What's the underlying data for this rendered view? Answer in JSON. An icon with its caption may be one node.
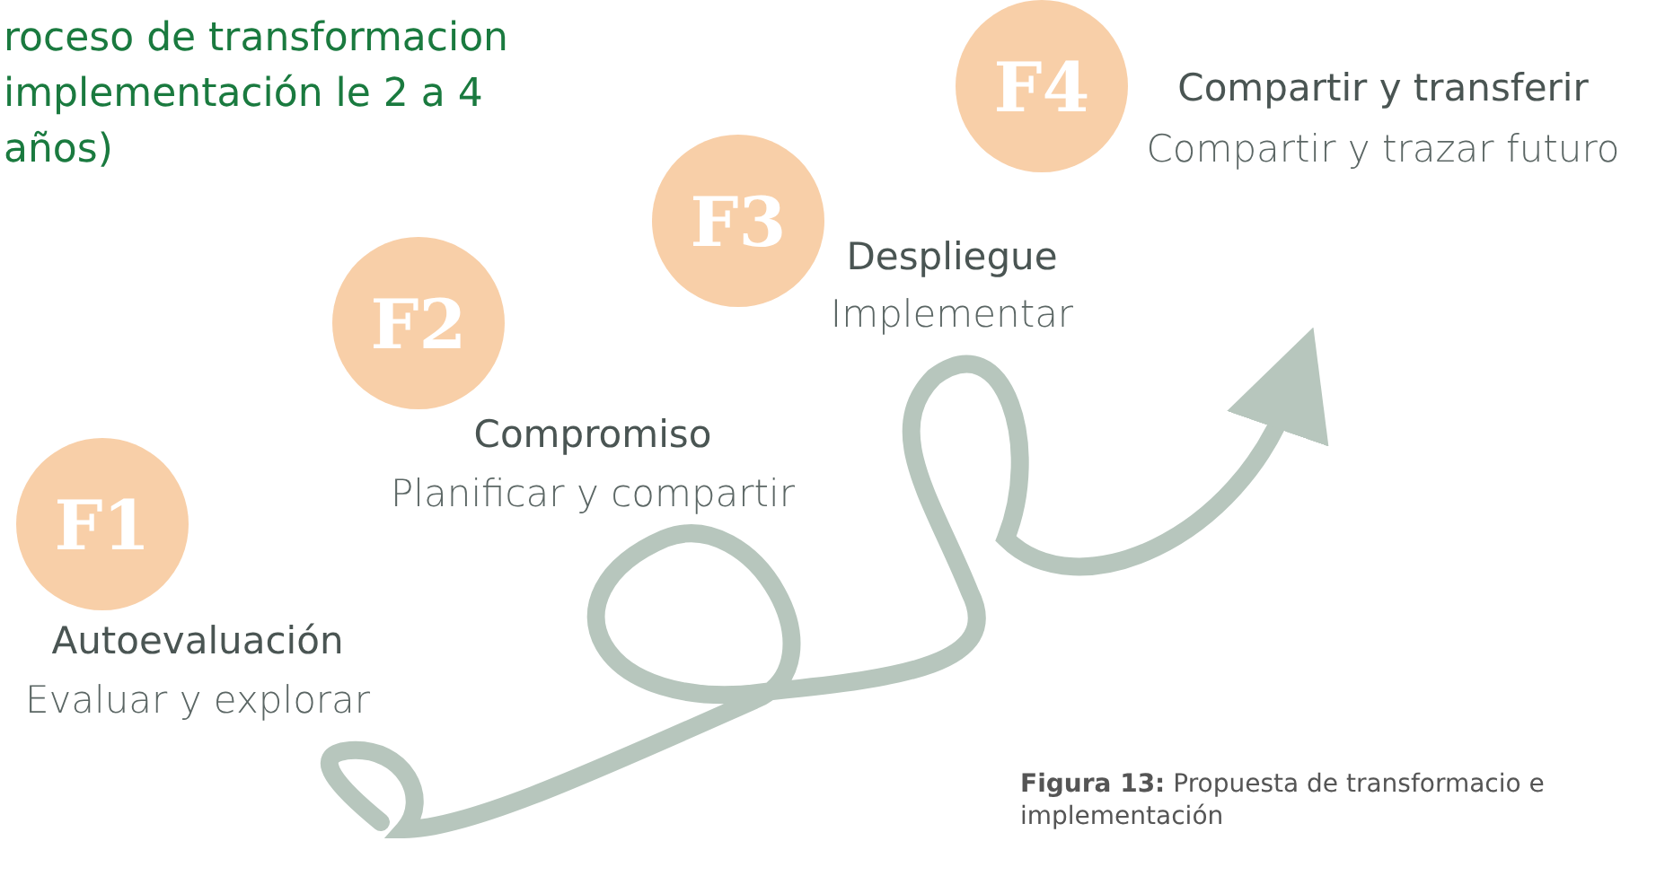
{
  "diagram": {
    "title": "roceso de transformacion implementación le 2 a 4 años)",
    "caption": "**Figura 13:** Propuesta de transformacio e implementación",
    "nodes": [
      {
        "text": [
          "F1"
        ],
        "beside": [
          "Autoevaluación",
          "Evaluar y explorar"
        ]
      },
      {
        "text": [
          "F2"
        ],
        "beside": [
          "Compromiso",
          "Planificar y compartir"
        ]
      },
      {
        "text": [
          "F3"
        ],
        "beside": [
          "Despliegue",
          "Implementar"
        ]
      },
      {
        "text": [
          "F4"
        ],
        "beside": [
          "Compartir y transferir",
          "Compartir y trazar futuro"
        ]
      }
    ],
    "edges": []
  }
}
